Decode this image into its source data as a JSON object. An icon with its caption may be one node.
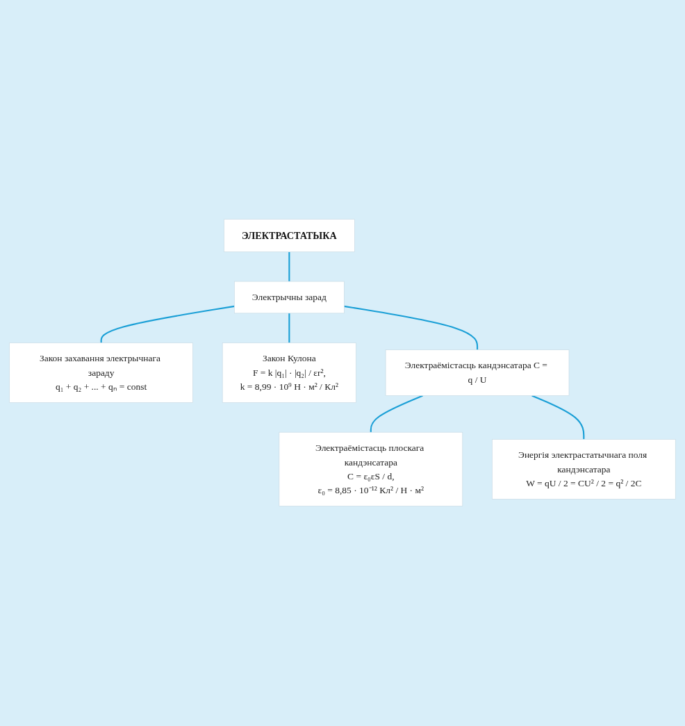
{
  "diagram": {
    "nodes": [
      {
        "text": [
          "ЭЛЕКТРАСТАТЫКА"
        ]
      },
      {
        "text": [
          "Электрычны зарад"
        ]
      },
      {
        "text": [
          "Закон захавання электрычнага зараду",
          "q₁ + q₂ + ... + qₙ = const"
        ]
      },
      {
        "text": [
          "Закон Кулона",
          "F = k |q₁| · |q₂| / εr²,",
          "k = 8,99 · 10⁹ Н · м² / Кл²"
        ]
      },
      {
        "text": [
          "Электраёмістасць кандэнсатара C = q / U"
        ]
      },
      {
        "text": [
          "Электраёмістасць плоскага кандэнсатара",
          "C = ε₀εS / d,",
          "ε₀ = 8,85 · 10⁻¹² Кл² / Н · м²"
        ]
      },
      {
        "text": [
          "Энергія электрастатычнага поля кандэнсатара",
          "W = qU / 2 = CU² / 2 = q² / 2C"
        ]
      }
    ],
    "edges": [
      {
        "from": 0,
        "to": 1,
        "arrow": "none"
      },
      {
        "from": 1,
        "to": 2,
        "arrow": "none"
      },
      {
        "from": 1,
        "to": 3,
        "arrow": "none"
      },
      {
        "from": 1,
        "to": 4,
        "arrow": "none"
      },
      {
        "from": 4,
        "to": 5,
        "arrow": "none"
      },
      {
        "from": 4,
        "to": 6,
        "arrow": "none"
      }
    ]
  }
}
